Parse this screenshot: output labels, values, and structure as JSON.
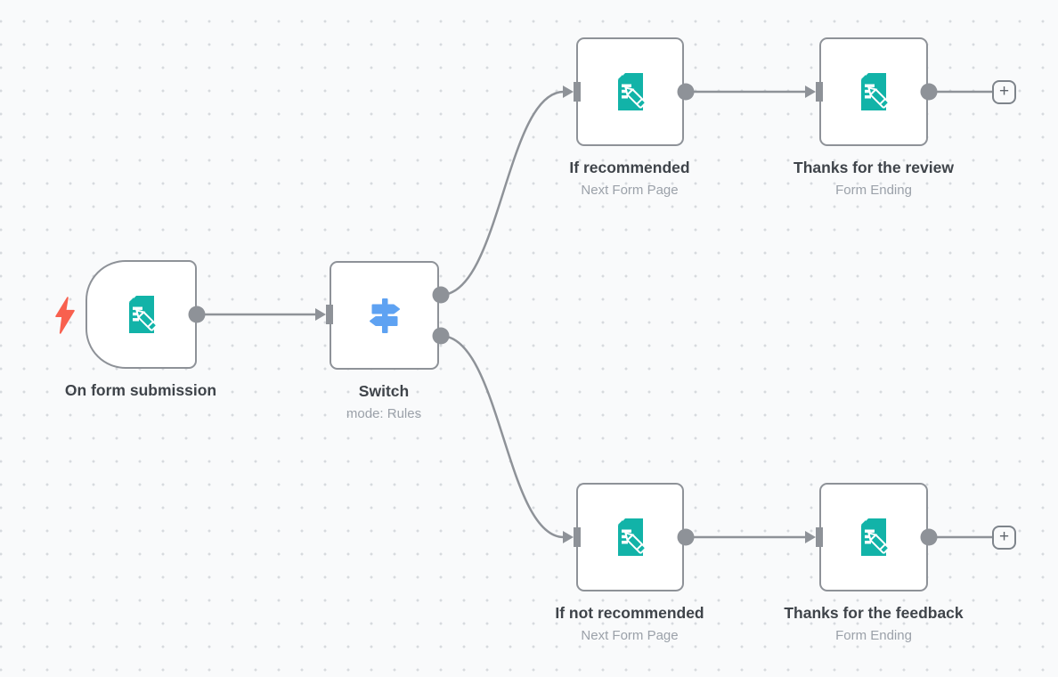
{
  "canvas": {
    "background_color": "#f9fafb",
    "grid_dot_color": "#d7dade"
  },
  "colors": {
    "connector_gray": "#8e9298",
    "node_border_gray": "#8e9298",
    "form_icon_teal": "#12b3a8",
    "switch_icon_blue": "#5ea2f2",
    "trigger_bolt_red": "#f8604e",
    "title_text": "#3f444a",
    "subtitle_text": "#9ba1a9"
  },
  "nodes": [
    {
      "id": "on-form-submission",
      "title": "On form submission",
      "subtitle": "",
      "icon": "form-icon",
      "kind": "trigger"
    },
    {
      "id": "switch",
      "title": "Switch",
      "subtitle": "mode: Rules",
      "icon": "switch-icon",
      "kind": "regular"
    },
    {
      "id": "if-recommended",
      "title": "If recommended",
      "subtitle": "Next Form Page",
      "icon": "form-icon",
      "kind": "regular"
    },
    {
      "id": "thanks-review",
      "title": "Thanks for the review",
      "subtitle": "Form Ending",
      "icon": "form-icon",
      "kind": "regular"
    },
    {
      "id": "if-not-recommended",
      "title": "If not recommended",
      "subtitle": "Next Form Page",
      "icon": "form-icon",
      "kind": "regular"
    },
    {
      "id": "thanks-feedback",
      "title": "Thanks for the feedback",
      "subtitle": "Form Ending",
      "icon": "form-icon",
      "kind": "regular"
    }
  ],
  "connections": [
    {
      "from": "on-form-submission",
      "to": "switch"
    },
    {
      "from": "switch:output-0",
      "to": "if-recommended"
    },
    {
      "from": "switch:output-1",
      "to": "if-not-recommended"
    },
    {
      "from": "if-recommended",
      "to": "thanks-review"
    },
    {
      "from": "if-not-recommended",
      "to": "thanks-feedback"
    },
    {
      "from": "thanks-review",
      "to": "add-node-button-top"
    },
    {
      "from": "thanks-feedback",
      "to": "add-node-button-bottom"
    }
  ],
  "add_button": {
    "label": "+"
  }
}
